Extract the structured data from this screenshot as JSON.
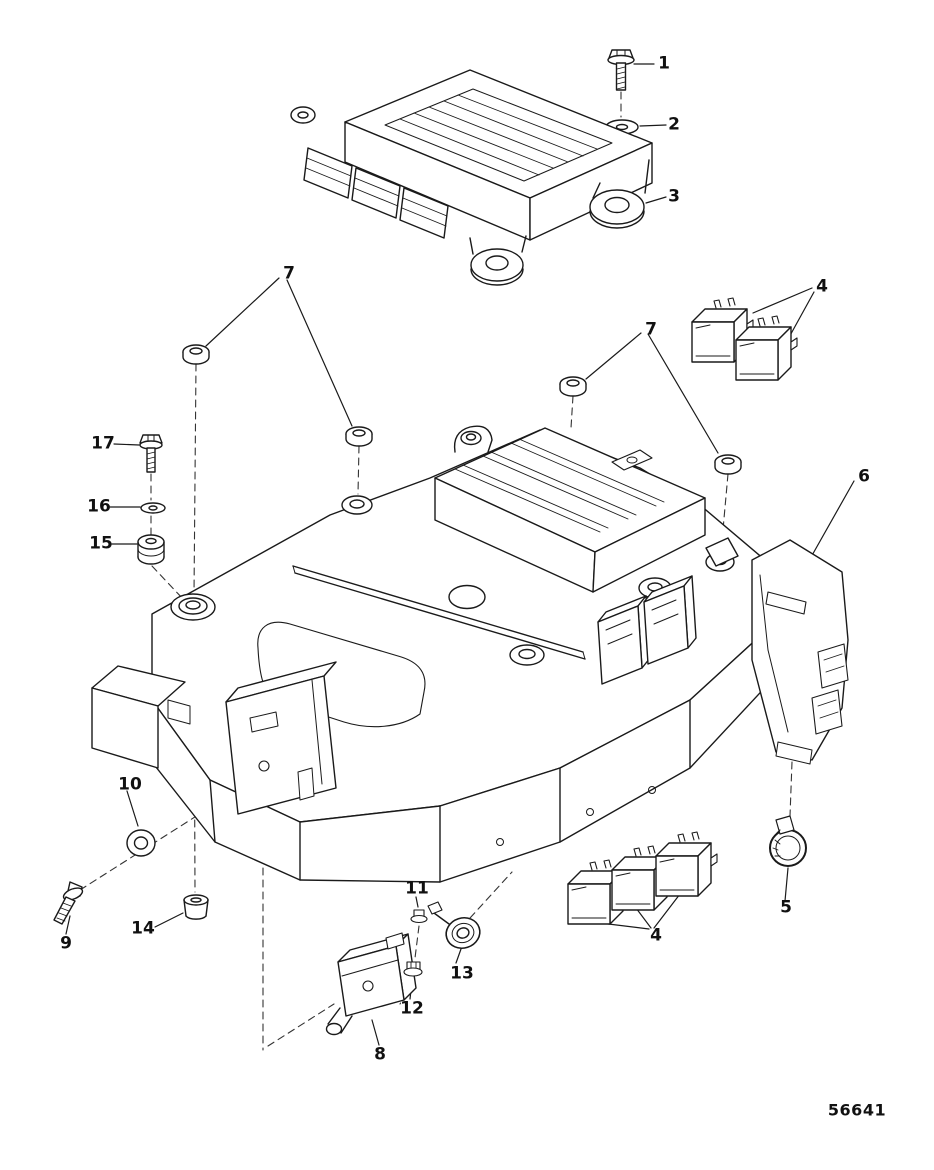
{
  "diagram": {
    "drawing_number": "56641",
    "callouts": [
      {
        "label": "1"
      },
      {
        "label": "2"
      },
      {
        "label": "3"
      },
      {
        "label": "4"
      },
      {
        "label": "7"
      },
      {
        "label": "7"
      },
      {
        "label": "6"
      },
      {
        "label": "17"
      },
      {
        "label": "16"
      },
      {
        "label": "15"
      },
      {
        "label": "10"
      },
      {
        "label": "9"
      },
      {
        "label": "14"
      },
      {
        "label": "11"
      },
      {
        "label": "12"
      },
      {
        "label": "13"
      },
      {
        "label": "8"
      },
      {
        "label": "4"
      },
      {
        "label": "5"
      }
    ]
  }
}
